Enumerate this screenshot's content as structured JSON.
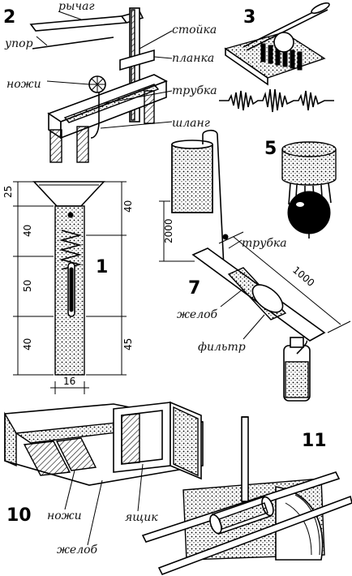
{
  "figure_numbers": [
    "2",
    "3",
    "1",
    "5",
    "7",
    "10",
    "11"
  ],
  "fig2": {
    "labels": [
      "рычаг",
      "стойка",
      "упор",
      "планка",
      "ножи",
      "трубка",
      "шланг"
    ]
  },
  "fig1": {
    "dims": [
      "25",
      "40",
      "40",
      "50",
      "40",
      "45",
      "16"
    ]
  },
  "fig7": {
    "labels": [
      "трубка",
      "желоб",
      "фильтр"
    ],
    "dims": [
      "2000",
      "1000"
    ]
  },
  "fig10": {
    "labels": [
      "ножи",
      "ящик",
      "желоб"
    ]
  }
}
